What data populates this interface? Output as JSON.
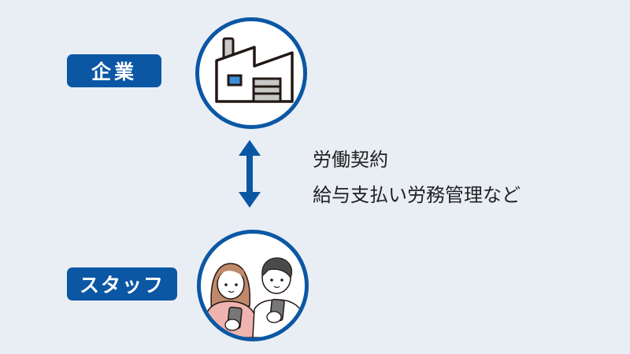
{
  "company": {
    "label": "企業",
    "icon": "factory-icon"
  },
  "staff": {
    "label": "スタッフ",
    "icon": "people-with-phones-icon"
  },
  "relation": {
    "line1": "労働契約",
    "line2": "給与支払い労務管理など",
    "icon": "double-arrow-icon"
  },
  "colors": {
    "accent": "#0b57a4",
    "background": "#e9eef5"
  }
}
